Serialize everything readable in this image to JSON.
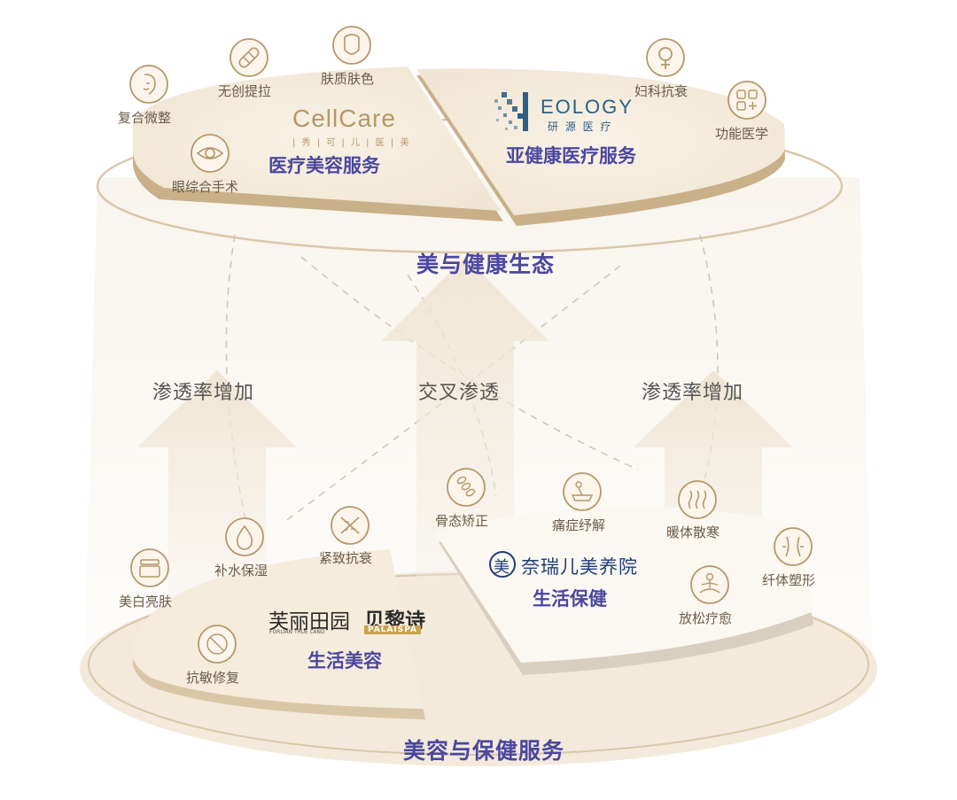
{
  "colors": {
    "accent": "#4b47a0",
    "gold": "#b89668",
    "platform": "#f6ecdc",
    "neology_blue": "#2c5f86",
    "palaispa_gold": "#c9a24f"
  },
  "top": {
    "title": "美与健康生态",
    "left_segment": {
      "brand": "CellCare",
      "brand_sub": "| 秀 | 可 | 儿 | 医 | 美",
      "service": "医疗美容服务",
      "items": [
        {
          "label": "复合微整",
          "icon": "face-profile-icon"
        },
        {
          "label": "无创提拉",
          "icon": "bandage-icon"
        },
        {
          "label": "肤质肤色",
          "icon": "face-icon"
        },
        {
          "label": "眼综合手术",
          "icon": "eye-icon"
        }
      ]
    },
    "right_segment": {
      "brand": "EOLOGY",
      "brand_sub": "研 源 医 疗",
      "service": "亚健康医疗服务",
      "items": [
        {
          "label": "妇科抗衰",
          "icon": "female-symbol-icon"
        },
        {
          "label": "功能医学",
          "icon": "grid-plus-icon"
        }
      ]
    }
  },
  "middle": {
    "left_label": "渗透率增加",
    "center_label": "交叉渗透",
    "right_label": "渗透率增加"
  },
  "bottom": {
    "title": "美容与保健服务",
    "left_segment": {
      "brand1": "芙丽田园",
      "brand1_sub": "FORLIAN TRUE LAND",
      "brand2": "贝黎诗",
      "brand2_sub": "PALAISPA",
      "service": "生活美容",
      "items": [
        {
          "label": "紧致抗衰",
          "icon": "dna-icon"
        },
        {
          "label": "补水保湿",
          "icon": "water-drop-icon"
        },
        {
          "label": "美白亮肤",
          "icon": "jar-icon"
        },
        {
          "label": "抗敏修复",
          "icon": "no-allergy-icon"
        }
      ]
    },
    "right_segment": {
      "brand_mark": "美",
      "brand": "奈瑞儿美养院",
      "service": "生活保健",
      "items": [
        {
          "label": "骨态矫正",
          "icon": "spine-icon"
        },
        {
          "label": "痛症纾解",
          "icon": "bath-icon"
        },
        {
          "label": "暖体散寒",
          "icon": "heat-waves-icon"
        },
        {
          "label": "纤体塑形",
          "icon": "body-shape-icon"
        },
        {
          "label": "放松疗愈",
          "icon": "meditation-icon"
        }
      ]
    }
  }
}
